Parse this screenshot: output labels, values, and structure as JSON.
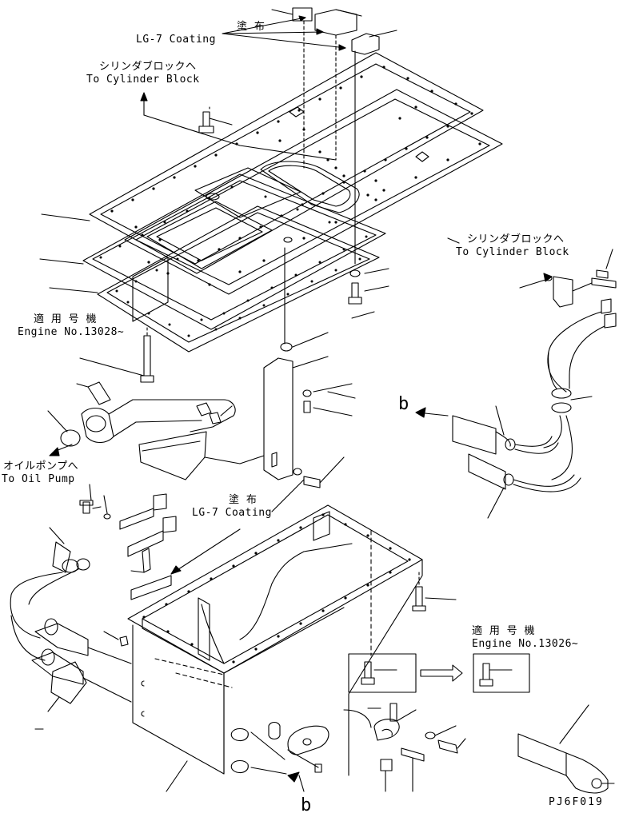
{
  "labels": {
    "coating_top_jp": "塗 布",
    "coating_top_en": "LG-7 Coating",
    "to_cyl_block_left_jp": "シリンダブロックへ",
    "to_cyl_block_left_en": "To Cylinder Block",
    "to_cyl_block_right_jp": "シリンダブロックへ",
    "to_cyl_block_right_en": "To Cylinder Block",
    "applicable_left_jp": "適 用 号 機",
    "applicable_left_en": "Engine No.13028~",
    "to_oil_pump_jp": "オイルポンプへ",
    "to_oil_pump_en": "To Oil Pump",
    "coating_mid_jp": "塗 布",
    "coating_mid_en": "LG-7 Coating",
    "applicable_right_jp": "適 用 号 機",
    "applicable_right_en": "Engine No.13026~",
    "ref_b_upper": "b",
    "ref_b_lower": "b",
    "drawing_code": "PJ6F019"
  }
}
